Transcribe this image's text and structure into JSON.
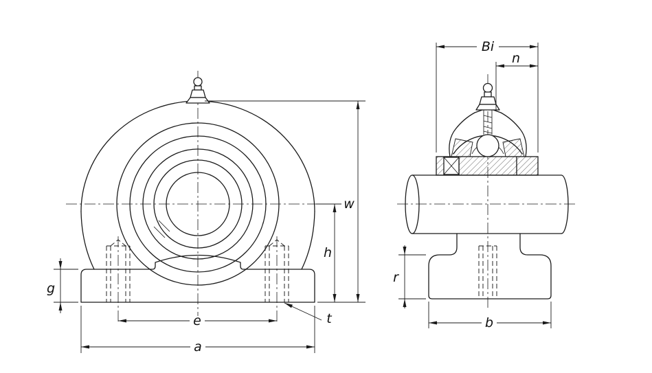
{
  "drawing": {
    "kind": "pillow-block-bearing-dimension-drawing",
    "views": {
      "front": "front-view",
      "side": "side-view"
    }
  },
  "labels": {
    "front": {
      "a": "a",
      "e": "e",
      "g": "g",
      "t": "t",
      "h": "h",
      "w": "w"
    },
    "side": {
      "bi": "Bi",
      "n": "n",
      "r": "r",
      "b": "b"
    }
  },
  "colors": {
    "line": "#1a1a1a",
    "background": "#ffffff"
  }
}
